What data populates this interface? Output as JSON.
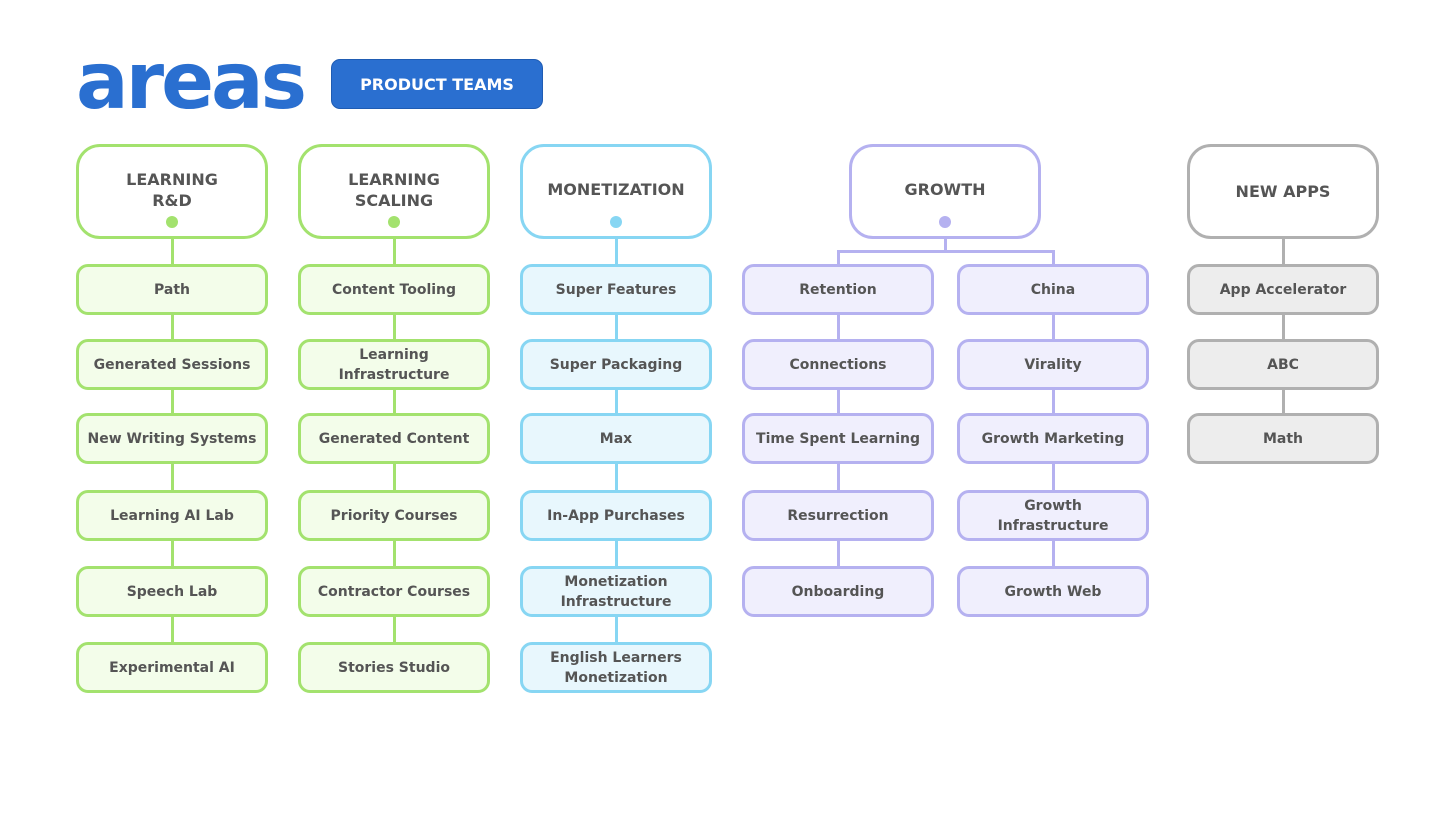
{
  "header": {
    "logo_text": "areas",
    "badge_label": "PRODUCT TEAMS"
  },
  "colors": {
    "brand": "#2a6fd0",
    "green_border": "#a3e26e",
    "green_fill": "#f3fdea",
    "cyan_border": "#87d6f3",
    "cyan_fill": "#e8f7fd",
    "purple_border": "#b5b1f0",
    "purple_fill": "#f0effd",
    "gray_border": "#b0b0b0",
    "gray_fill": "#ededed",
    "text": "#555555"
  },
  "groups": [
    {
      "title": "LEARNING\nR&D",
      "theme": "green",
      "dot": true,
      "columns": [
        [
          "Path",
          "Generated Sessions",
          "New Writing Systems",
          "Learning AI Lab",
          "Speech Lab",
          "Experimental AI"
        ]
      ]
    },
    {
      "title": "LEARNING\nSCALING",
      "theme": "green",
      "dot": true,
      "columns": [
        [
          "Content Tooling",
          "Learning\nInfrastructure",
          "Generated Content",
          "Priority Courses",
          "Contractor Courses",
          "Stories Studio"
        ]
      ]
    },
    {
      "title": "MONETIZATION",
      "theme": "cyan",
      "dot": true,
      "columns": [
        [
          "Super Features",
          "Super Packaging",
          "Max",
          "In-App Purchases",
          "Monetization\nInfrastructure",
          "English Learners\nMonetization"
        ]
      ]
    },
    {
      "title": "GROWTH",
      "theme": "purple",
      "dot": true,
      "columns": [
        [
          "Retention",
          "Connections",
          "Time Spent Learning",
          "Resurrection",
          "Onboarding"
        ],
        [
          "China",
          "Virality",
          "Growth Marketing",
          "Growth\nInfrastructure",
          "Growth Web"
        ]
      ]
    },
    {
      "title": "NEW APPS",
      "theme": "gray",
      "dot": false,
      "columns": [
        [
          "App Accelerator",
          "ABC",
          "Math"
        ]
      ]
    }
  ]
}
